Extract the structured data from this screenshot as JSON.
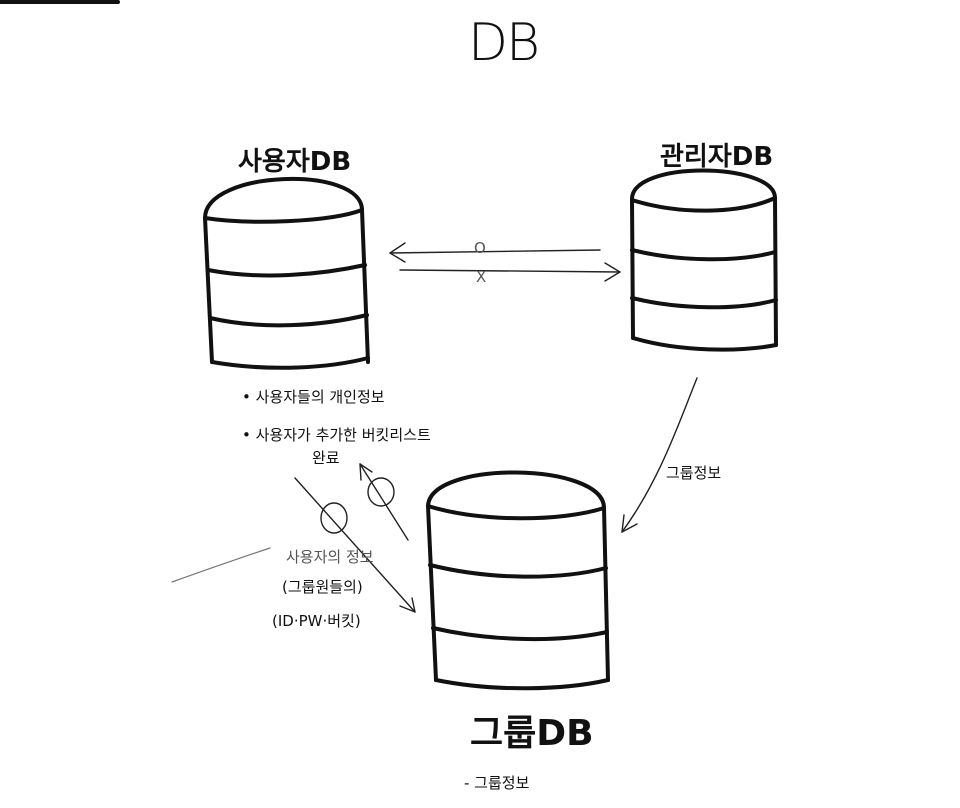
{
  "title": "DB",
  "databases": {
    "user": {
      "label": "사용자DB"
    },
    "admin": {
      "label": "관리자DB"
    },
    "group": {
      "label": "그룹DB"
    }
  },
  "user_db_notes": [
    "• 사용자들의 개인정보",
    "• 사용자가 추가한 버킷리스트"
  ],
  "user_db_note_wrap": "완료",
  "arrow_marks": {
    "allowed": "O",
    "blocked": "X"
  },
  "admin_to_group_label": "그룹정보",
  "user_to_group_label": [
    "사용자의 정보",
    "(그룹원들의)",
    "(ID·PW·버킷)"
  ],
  "group_db_note": "- 그룹정보"
}
